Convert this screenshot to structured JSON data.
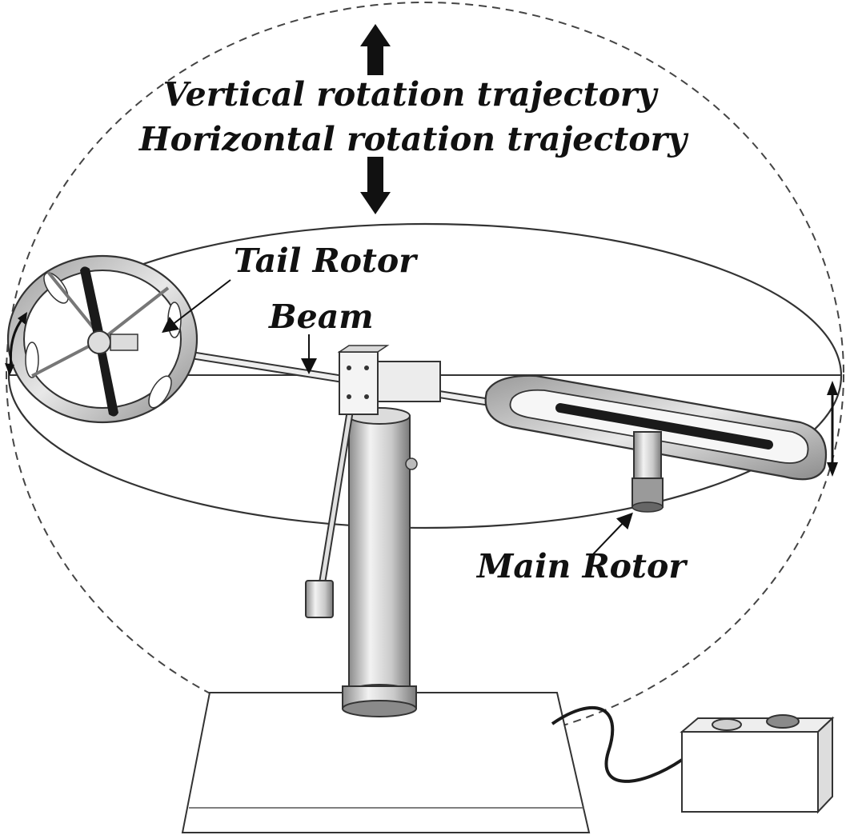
{
  "diagram": {
    "labels": {
      "vertical_trajectory": "Vertical rotation trajectory",
      "horizontal_trajectory": "Horizontal rotation trajectory",
      "tail_rotor": "Tail Rotor",
      "beam": "Beam",
      "main_rotor": "Main Rotor"
    },
    "colors": {
      "ink": "#111111",
      "outline": "#333333",
      "metal_light": "#e6e6e6",
      "metal_mid": "#b8b8b8",
      "metal_dark": "#6b6b6b",
      "background": "#ffffff"
    }
  }
}
